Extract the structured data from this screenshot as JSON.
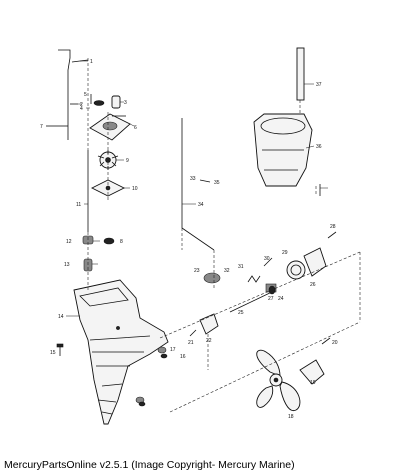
{
  "caption": "MercuryPartsOnline v2.5.1 (Image Copyright- Mercury Marine)",
  "callouts": [
    {
      "id": "c1",
      "text": "1"
    },
    {
      "id": "c2",
      "text": "2"
    },
    {
      "id": "c3",
      "text": "3"
    },
    {
      "id": "c4",
      "text": "4"
    },
    {
      "id": "c5",
      "text": "5"
    },
    {
      "id": "c6",
      "text": "6"
    },
    {
      "id": "c7",
      "text": "7"
    },
    {
      "id": "c8",
      "text": "8"
    },
    {
      "id": "c9",
      "text": "9"
    },
    {
      "id": "c10",
      "text": "10"
    },
    {
      "id": "c11",
      "text": "11"
    },
    {
      "id": "c12",
      "text": "12"
    },
    {
      "id": "c13",
      "text": "13"
    },
    {
      "id": "c14",
      "text": "14"
    },
    {
      "id": "c15",
      "text": "15"
    },
    {
      "id": "c16",
      "text": "16"
    },
    {
      "id": "c17",
      "text": "17"
    },
    {
      "id": "c18",
      "text": "18"
    },
    {
      "id": "c19",
      "text": "19"
    },
    {
      "id": "c20",
      "text": "20"
    },
    {
      "id": "c21",
      "text": "21"
    },
    {
      "id": "c22",
      "text": "22"
    },
    {
      "id": "c23",
      "text": "23"
    },
    {
      "id": "c24",
      "text": "24"
    },
    {
      "id": "c25",
      "text": "25"
    },
    {
      "id": "c26",
      "text": "26"
    },
    {
      "id": "c27",
      "text": "27"
    },
    {
      "id": "c28",
      "text": "28"
    },
    {
      "id": "c29",
      "text": "29"
    },
    {
      "id": "c30",
      "text": "30"
    },
    {
      "id": "c31",
      "text": "31"
    },
    {
      "id": "c32",
      "text": "32"
    },
    {
      "id": "c33",
      "text": "33"
    },
    {
      "id": "c34",
      "text": "34"
    },
    {
      "id": "c35",
      "text": "35"
    },
    {
      "id": "c36",
      "text": "36"
    },
    {
      "id": "c37",
      "text": "37"
    }
  ]
}
